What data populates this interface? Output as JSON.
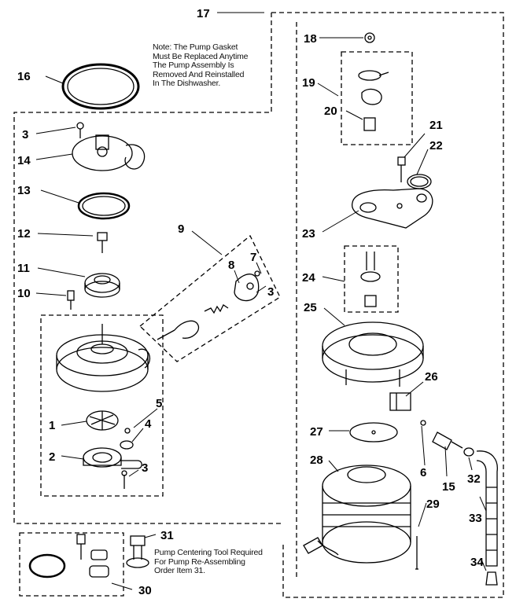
{
  "notes": {
    "gasket": "Note: The Pump Gasket\nMust Be Replaced Anytime\nThe Pump Assembly Is\nRemoved And Reinstalled\nIn The Dishwasher.",
    "tool": "Pump Centering Tool Required\nFor Pump Re-Assembling\nOrder Item 31."
  },
  "callouts": [
    "17",
    "18",
    "19",
    "20",
    "21",
    "22",
    "23",
    "24",
    "25",
    "26",
    "27",
    "28",
    "29",
    "16",
    "3",
    "14",
    "13",
    "12",
    "11",
    "10",
    "9",
    "8",
    "7",
    "1",
    "5",
    "4",
    "2",
    "6",
    "15",
    "32",
    "33",
    "34",
    "31",
    "30"
  ],
  "callout_extra": [
    "3",
    "3"
  ]
}
